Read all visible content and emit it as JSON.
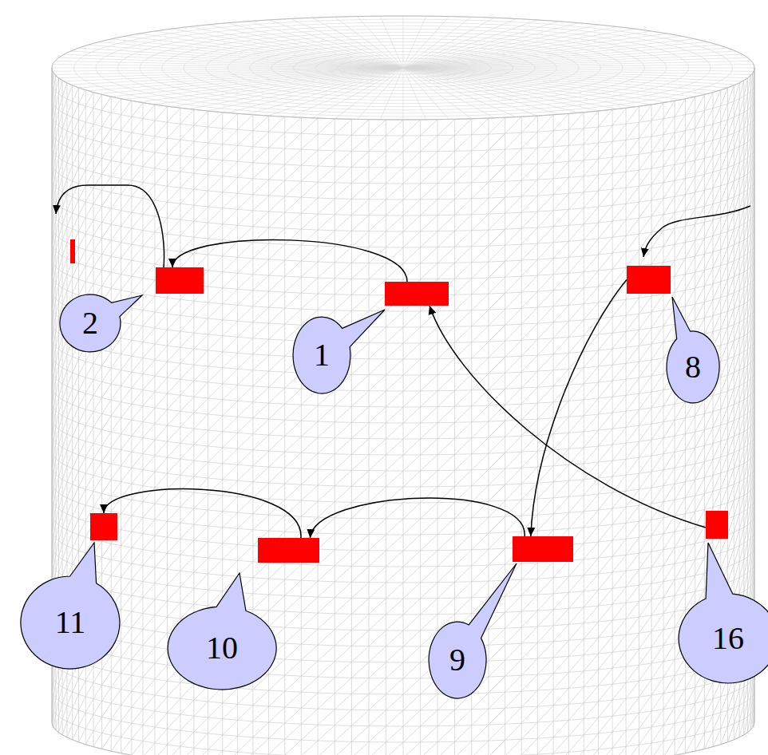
{
  "diagram": {
    "nodes": [
      {
        "text": [
          "2"
        ]
      },
      {
        "text": [
          "1"
        ]
      },
      {
        "text": [
          "8"
        ]
      },
      {
        "text": [
          "11"
        ]
      },
      {
        "text": [
          "10"
        ]
      },
      {
        "text": [
          "9"
        ]
      },
      {
        "text": [
          "16"
        ]
      }
    ],
    "edges": [
      {
        "from": 1,
        "to": 0,
        "arrow": "to"
      },
      {
        "from": 6,
        "to": 1,
        "arrow": "to"
      },
      {
        "from": 2,
        "to": 5,
        "arrow": "to"
      },
      {
        "from": 5,
        "to": 4,
        "arrow": "to"
      },
      {
        "from": 4,
        "to": 3,
        "arrow": "to"
      }
    ]
  }
}
